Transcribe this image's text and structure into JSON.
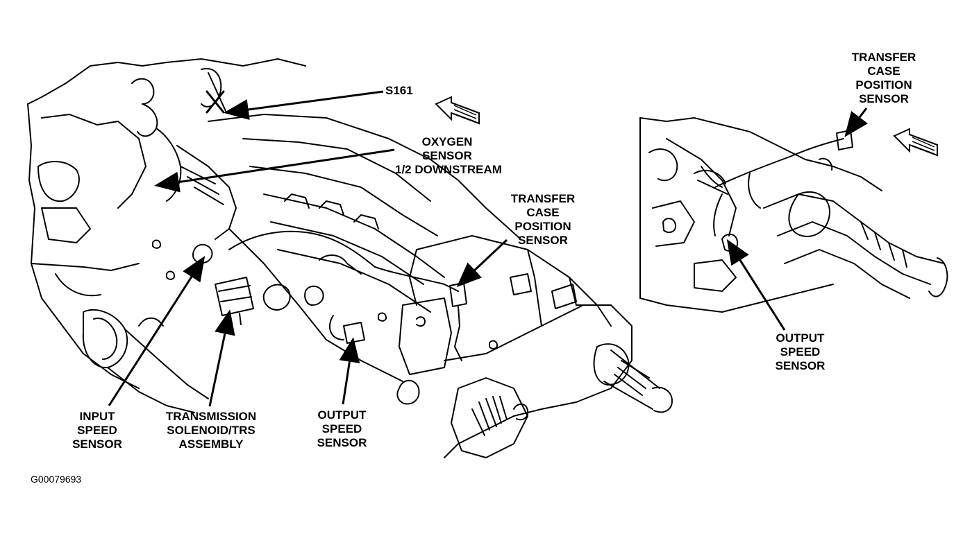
{
  "figure_id": "G00079693",
  "labels": {
    "s161": [
      "S161"
    ],
    "oxygen_sensor": [
      "OXYGEN",
      "SENSOR",
      "1/2 DOWNSTREAM"
    ],
    "transfer_case_main": [
      "TRANSFER",
      "CASE",
      "POSITION",
      "SENSOR"
    ],
    "input_speed": [
      "INPUT",
      "SPEED",
      "SENSOR"
    ],
    "trans_solenoid": [
      "TRANSMISSION",
      "SOLENOID/TRS",
      "ASSEMBLY"
    ],
    "output_speed_main": [
      "OUTPUT",
      "SPEED",
      "SENSOR"
    ],
    "transfer_case_inset": [
      "TRANSFER",
      "CASE",
      "POSITION",
      "SENSOR"
    ],
    "output_speed_inset": [
      "OUTPUT",
      "SPEED",
      "SENSOR"
    ]
  },
  "colors": {
    "ink": "#000000",
    "paper": "#ffffff"
  },
  "icons": [
    "front-direction-arrow-icon",
    "front-direction-arrow-icon"
  ]
}
